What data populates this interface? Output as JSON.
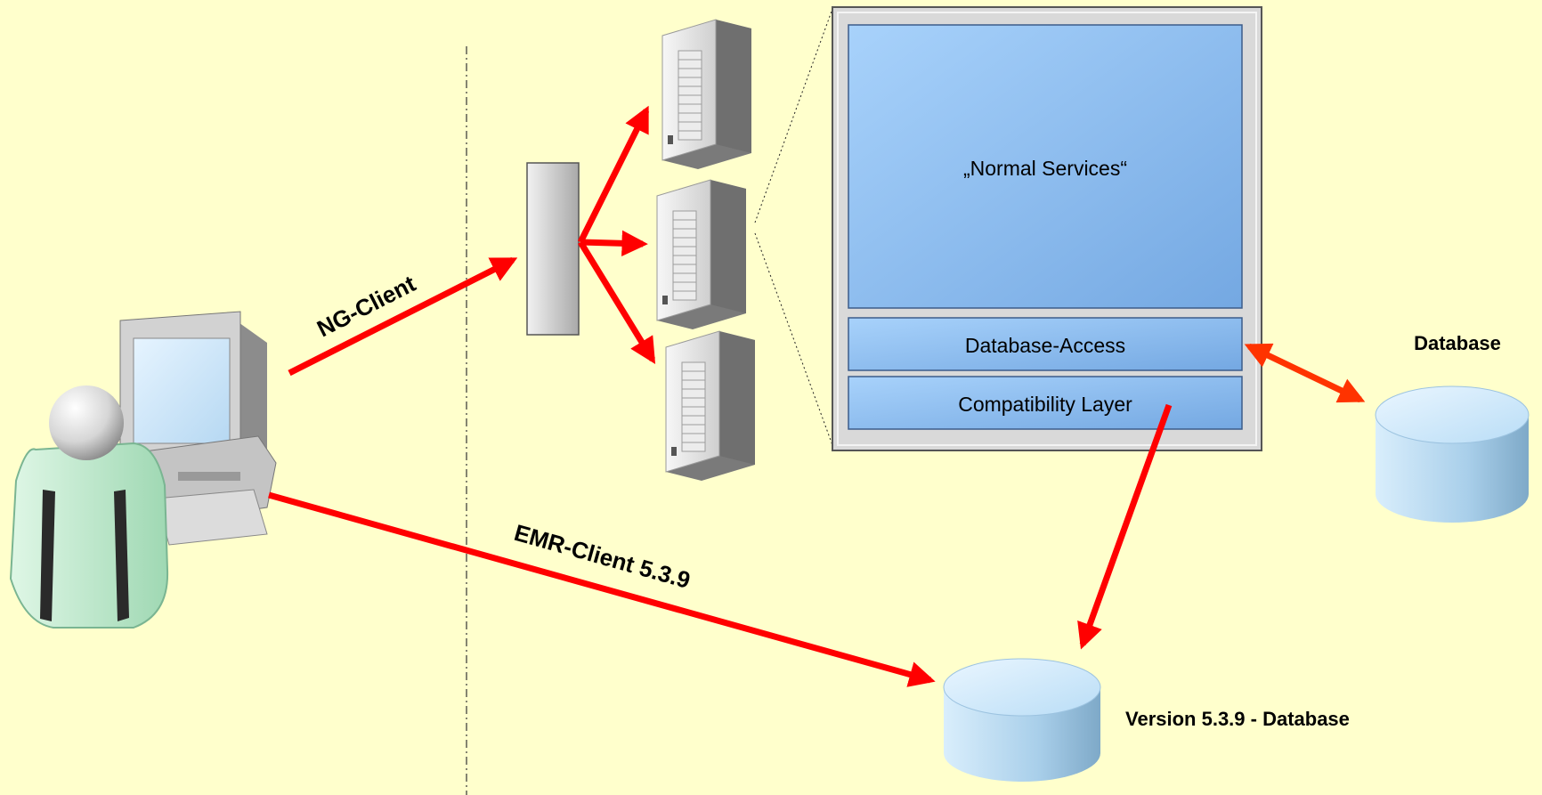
{
  "labels": {
    "ng_client": "NG-Client",
    "emr_client": "EMR-Client 5.3.9",
    "normal_services": "„Normal Services“",
    "database_access": "Database-Access",
    "compatibility_layer": "Compatibility Layer",
    "database": "Database",
    "legacy_database": "Version 5.3.9 - Database"
  },
  "colors": {
    "background": "#ffffcc",
    "arrow": "#ff0000",
    "arrow_db": "#ff3300",
    "service_box": "#99c2ee",
    "outer_box": "#d9d9d9",
    "cylinder": "#b8dcf5"
  },
  "icons": [
    "user-icon",
    "workstation-icon",
    "load-balancer-icon",
    "server-icon",
    "database-icon"
  ]
}
